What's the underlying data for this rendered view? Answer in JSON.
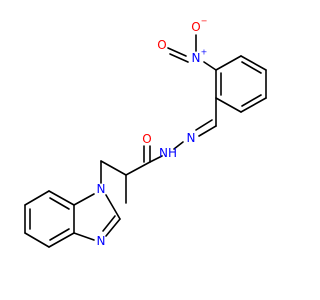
{
  "colors": {
    "carbon_bond": "#000000",
    "nitrogen": "#0000ff",
    "oxygen": "#ff0000",
    "background": "#ffffff"
  },
  "labels": {
    "n_nitro": "N",
    "n_nitro_charge": "+",
    "o_nitro_carbonyl": "O",
    "o_nitro_single": "O",
    "o_nitro_single_charge": "−",
    "o_amide": "O",
    "nh_hydrazide": "NH",
    "n_hydrazone": "N",
    "n_imidazole_1": "N",
    "n_imidazole_3": "N"
  }
}
